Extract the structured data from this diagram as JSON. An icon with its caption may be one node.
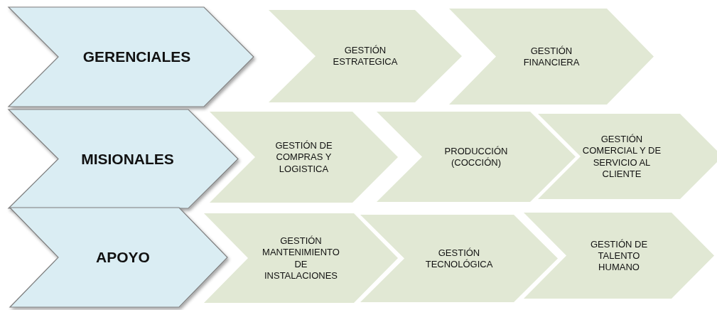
{
  "diagram": {
    "nodes": [
      {
        "text": [
          "GERENCIALES"
        ]
      },
      {
        "text": [
          "GESTIÓN ESTRATEGICA"
        ]
      },
      {
        "text": [
          "GESTIÓN FINANCIERA"
        ]
      },
      {
        "text": [
          "MISIONALES"
        ]
      },
      {
        "text": [
          "GESTIÓN DE COMPRAS Y LOGISTICA"
        ]
      },
      {
        "text": [
          "PRODUCCIÓN (COCCIÓN)"
        ]
      },
      {
        "text": [
          "GESTIÓN COMERCIAL Y DE SERVICIO AL CLIENTE"
        ]
      },
      {
        "text": [
          "APOYO"
        ]
      },
      {
        "text": [
          "GESTIÓN MANTENIMIENTO DE INSTALACIONES"
        ]
      },
      {
        "text": [
          "GESTIÓN TECNOLÓGICA"
        ]
      },
      {
        "text": [
          "GESTIÓN DE TALENTO HUMANO"
        ]
      }
    ]
  }
}
